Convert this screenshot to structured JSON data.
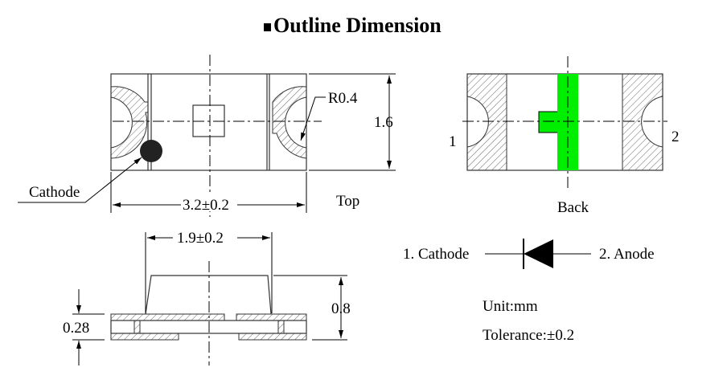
{
  "title": "Outline Dimension",
  "top_view": {
    "label": "Top",
    "radius": "R0.4",
    "height": "1.6",
    "width": "3.2±0.2",
    "cathode": "Cathode"
  },
  "back_view": {
    "label": "Back",
    "pin1": "1",
    "pin2": "2",
    "pad_color": "#00ee00"
  },
  "side_view": {
    "lens_width": "1.9±0.2",
    "total_height": "0.8",
    "pcb_height": "0.28"
  },
  "polarity": {
    "cathode": "1. Cathode",
    "anode": "2. Anode"
  },
  "notes": {
    "unit": "Unit:mm",
    "tolerance": "Tolerance:±0.2"
  }
}
